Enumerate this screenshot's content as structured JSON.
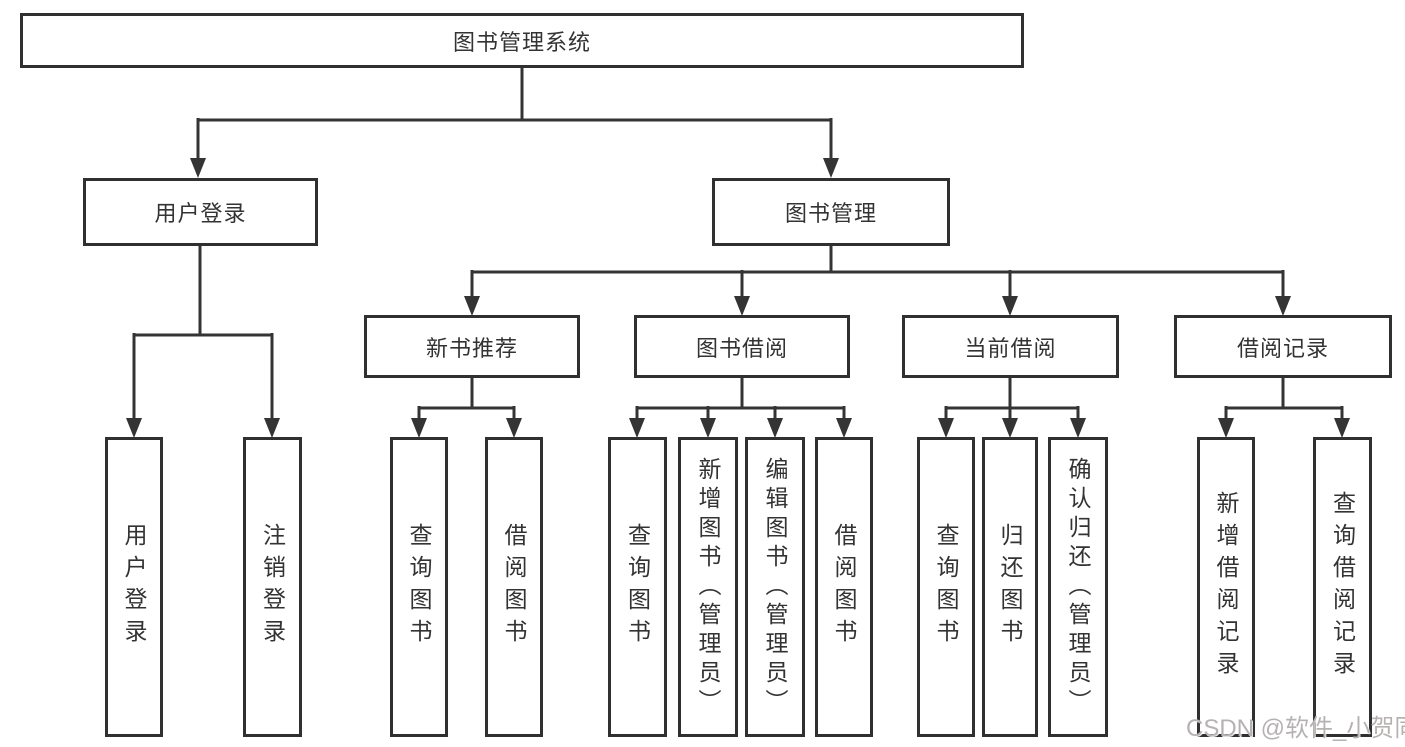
{
  "diagram": {
    "tree": {
      "label": "图书管理系统",
      "children": [
        {
          "label": "用户登录",
          "children": [
            {
              "label": "用户登录"
            },
            {
              "label": "注销登录"
            }
          ]
        },
        {
          "label": "图书管理",
          "children": [
            {
              "label": "新书推荐",
              "children": [
                {
                  "label": "查询图书"
                },
                {
                  "label": "借阅图书"
                }
              ]
            },
            {
              "label": "图书借阅",
              "children": [
                {
                  "label": "查询图书"
                },
                {
                  "label": "新增图书（管理员）"
                },
                {
                  "label": "编辑图书（管理员）"
                },
                {
                  "label": "借阅图书"
                }
              ]
            },
            {
              "label": "当前借阅",
              "children": [
                {
                  "label": "查询图书"
                },
                {
                  "label": "归还图书"
                },
                {
                  "label": "确认归还（管理员）"
                }
              ]
            },
            {
              "label": "借阅记录",
              "children": [
                {
                  "label": "新增借阅记录"
                },
                {
                  "label": "查询借阅记录"
                }
              ]
            }
          ]
        }
      ]
    },
    "watermark": "CSDN @软件_小贺同学",
    "colors": {
      "line": "#343434",
      "box_border": "#303030",
      "text": "#333333",
      "watermark": "#b6b2b2",
      "background": "#ffffff"
    }
  }
}
